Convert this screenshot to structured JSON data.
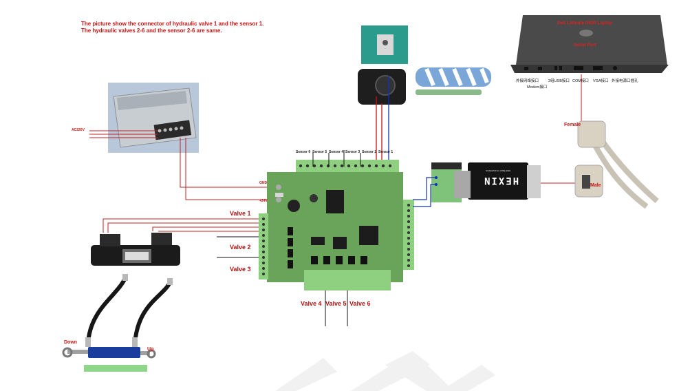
{
  "note": {
    "line1": "The picture show the connector of hydraulic valve 1 and the sensor 1.",
    "line2": "The hydraulic valves 2-6 and the sensor 2-6 are same."
  },
  "power_supply": {
    "input_label": "AC220V",
    "gnd_label": "GND",
    "v24_label": "+24V"
  },
  "board": {
    "sensor_labels": [
      "Sensor 6",
      "Sensor 5",
      "Sensor 4",
      "Sensor 3",
      "Sensor 2",
      "Sensor 1"
    ],
    "valve_left_labels": [
      "Valve 1",
      "Valve 2",
      "Valve 3"
    ],
    "valve_bottom_labels": [
      "Valve 4",
      "Valve 5",
      "Valve 6"
    ]
  },
  "cylinder": {
    "down_label": "Down",
    "up_label": "Up"
  },
  "converter": {
    "brand": "HEXIN",
    "subtitle": "Interface Converters",
    "female_label": "Female",
    "male_label": "Male"
  },
  "laptop": {
    "title": "Dell Latitude D630 Laptop",
    "serial_label": "Serial Port",
    "ports": [
      "外接网络接口",
      "Modem接口",
      "2组USB接口",
      "COM接口",
      "VGA接口",
      "外接电源口插孔"
    ]
  },
  "colors": {
    "label_red": "#cc1111",
    "board_green": "#7dbb6a",
    "terminal_green": "#8fcf80",
    "wire_red": "#d01010",
    "wire_blue": "#1030c0"
  }
}
